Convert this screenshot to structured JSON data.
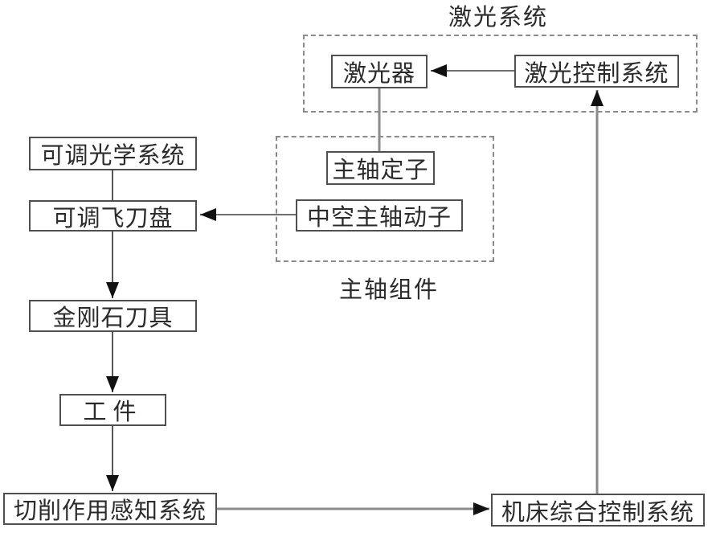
{
  "diagram": {
    "labels": {
      "laser_system": "激光系统",
      "spindle_assembly": "主轴组件"
    },
    "nodes": {
      "laser": "激光器",
      "laser_control": "激光控制系统",
      "spindle_stator": "主轴定子",
      "hollow_spindle": "中空主轴动子",
      "optical_system": "可调光学系统",
      "fly_cutter": "可调飞刀盘",
      "diamond_tool": "金刚石刀具",
      "workpiece": "工件",
      "cutting_sensing": "切削作用感知系统",
      "machine_control": "机床综合控制系统"
    },
    "colors": {
      "background": "#ffffff",
      "box_border": "#4f4f4f",
      "dashed_border": "#8a8a8a",
      "connector": "#6e6e6e",
      "arrowhead": "#111111",
      "text": "#2b2b2b"
    }
  }
}
